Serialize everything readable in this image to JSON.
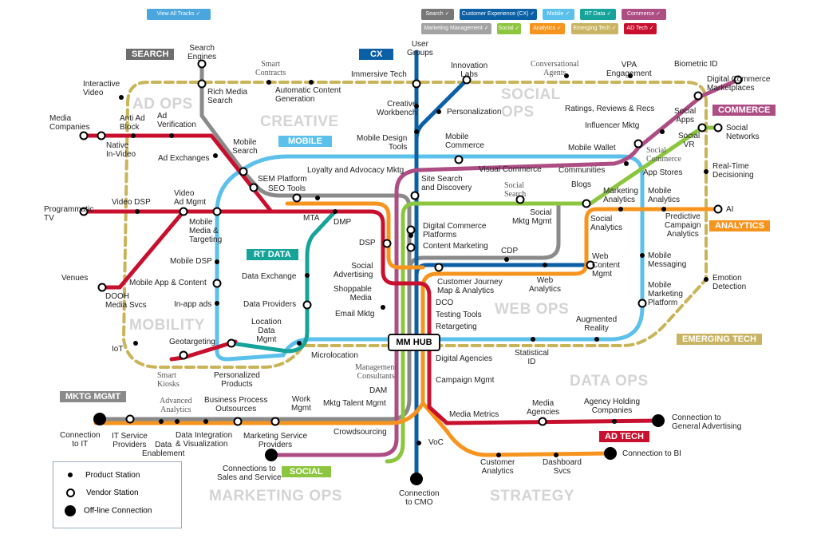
{
  "view_all_tracks": "View All Tracks ✓",
  "filters": [
    {
      "label": "Search ✓",
      "color": "#777777"
    },
    {
      "label": "Customer Experience (CX) ✓",
      "color": "#0b5fa5"
    },
    {
      "label": "Mobile ✓",
      "color": "#5bc0eb"
    },
    {
      "label": "RT Data ✓",
      "color": "#16a39a"
    },
    {
      "label": "Commerce ✓",
      "color": "#ad4d84"
    },
    {
      "label": "Marketing Management ✓",
      "color": "#a3a3a3"
    },
    {
      "label": "Social ✓",
      "color": "#8cc63f"
    },
    {
      "label": "Analytics ✓",
      "color": "#f7941d"
    },
    {
      "label": "Emerging Tech ✓",
      "color": "#c9b463"
    },
    {
      "label": "AD Tech ✓",
      "color": "#c8102e"
    }
  ],
  "regions": {
    "ad_ops": "AD OPS",
    "creative": "CREATIVE",
    "social_ops": "SOCIAL\nOPS",
    "mobility": "MOBILITY",
    "web_ops": "WEB OPS",
    "data_ops": "DATA OPS",
    "marketing_ops": "MARKETING OPS",
    "strategy": "STRATEGY"
  },
  "badges": {
    "search": "SEARCH",
    "cx": "CX",
    "mobile": "MOBILE",
    "rt_data": "RT DATA",
    "commerce": "COMMERCE",
    "analytics": "ANALYTICS",
    "emerging_tech": "EMERGING TECH",
    "mktg_mgmt": "MKTG MGMT",
    "ad_tech": "AD TECH",
    "social": "SOCIAL"
  },
  "hub": "MM HUB",
  "stations": {
    "search_engines": "Search\nEngines",
    "rich_media": "Rich Media\nSearch",
    "smart_contracts": "Smart\nContracts",
    "automatic_content": "Automatic Content\nGeneration",
    "interactive_video": "Interactive\nVideo",
    "media_companies": "Media\nCompanies",
    "anti_ad": "Anti Ad\nBlock",
    "ad_verification": "Ad\nVerification",
    "native": "Native\nIn-Video",
    "ad_exchanges": "Ad Exchanges",
    "mobile_search": "Mobile\nSearch",
    "sem": "SEM Platform",
    "seo": "SEO Tools",
    "programmatic": "Programmatic\nTV",
    "video_dsp": "Video DSP",
    "video_ad": "Video\nAd Mgmt",
    "mobile_media": "Mobile\nMedia &\nTargeting",
    "mta": "MTA",
    "dmp": "DMP",
    "mobile_dsp": "Mobile DSP",
    "mobile_app": "Mobile App & Content",
    "in_app": "In-app ads",
    "venues": "Venues",
    "dooh": "DOOH\nMedia Svcs",
    "iot": "IoT",
    "geotargeting": "Geotargeting",
    "smart_kiosks": "Smart\nKiosks",
    "personalized": "Personalized\nProducts",
    "location_data": "Location\nData\nMgmt",
    "data_exchange": "Data Exchange",
    "data_providers": "Data Providers",
    "microlocation": "Microlocation",
    "dsp": "DSP",
    "social_adv": "Social\nAdvertising",
    "shoppable": "Shoppable\nMedia",
    "email": "Email Mktg",
    "user_groups": "User\nGroups",
    "immersive": "Immersive Tech",
    "creative_wb": "Creative\nWorkbench",
    "mobile_design": "Mobile Design\nTools",
    "innovation": "Innovation\nLabs",
    "personalization": "Personalization",
    "mobile_commerce": "Mobile\nCommerce",
    "loyalty": "Loyalty and Advocacy Mktg",
    "site_search": "Site Search\nand Discovery",
    "visual_commerce": "Visual Commerce",
    "social_search": "Social\nSearch",
    "dc_platforms": "Digital Commerce\nPlatforms",
    "content_mktg": "Content Marketing",
    "cdp": "CDP",
    "social_mktg": "Social\nMktg Mgmt",
    "cjm": "Customer Journey\nMap & Analytics",
    "web_analytics": "Web\nAnalytics",
    "web_content": "Web\nContent\nMgmt",
    "dco": "DCO",
    "testing": "Testing Tools",
    "retargeting": "Retargeting",
    "conversational": "Conversational\nAgents",
    "vpa": "VPA\nEngagement",
    "biometric": "Biometric ID",
    "dcm": "Digital Commerce\nMarketplaces",
    "ratings": "Ratings, Reviews & Recs",
    "influencer": "Influencer Mktg",
    "social_apps": "Social\nApps",
    "social_vr": "Social\nVR",
    "social_networks": "Social\nNetworks",
    "mobile_wallet": "Mobile Wallet",
    "social_commerce": "Social\nCommerce",
    "communities": "Communities",
    "app_stores": "App Stores",
    "realtime": "Real-Time\nDecisioning",
    "blogs": "Blogs",
    "marketing_analytics": "Marketing\nAnalytics",
    "mobile_analytics": "Mobile\nAnalytics",
    "ai": "AI",
    "social_analytics": "Social\nAnalytics",
    "predictive": "Predictive\nCampaign\nAnalytics",
    "mobile_messaging": "Mobile\nMessaging",
    "mobile_mktg_platform": "Mobile\nMarketing\nPlatform",
    "emotion": "Emotion\nDetection",
    "augmented": "Augmented\nReality",
    "statistical": "Statistical\nID",
    "digital_agencies": "Digital Agencies",
    "mgmt_consultants": "Management\nConsultants",
    "campaign": "Campaign Mgmt",
    "dam": "DAM",
    "mktg_talent": "Mktg Talent Mgmt",
    "media_metrics": "Media Metrics",
    "media_agencies": "Media\nAgencies",
    "agency_holding": "Agency Holding\nCompanies",
    "conn_general": "Connection to\nGeneral Advertising",
    "conn_bi": "Connection to BI",
    "customer_analytics": "Customer\nAnalytics",
    "dashboard": "Dashboard\nSvcs",
    "voc": "VoC",
    "conn_cmo": "Connection\nto CMO",
    "conn_sales": "Connections to\nSales and Service",
    "crowdsourcing": "Crowdsourcing",
    "work_mgmt": "Work\nMgmt",
    "bpo": "Business Process\nOutsources",
    "msp": "Marketing Service\nProviders",
    "advanced_analytics": "Advanced\nAnalytics",
    "data_integration": "Data Integration\n& Visualization",
    "data_enablement": "Data\nEnablement",
    "it_providers": "IT Service\nProviders",
    "conn_it": "Connection\nto IT"
  },
  "legend": {
    "product": "Product Station",
    "vendor": "Vendor Station",
    "offline": "Off-line Connection"
  }
}
